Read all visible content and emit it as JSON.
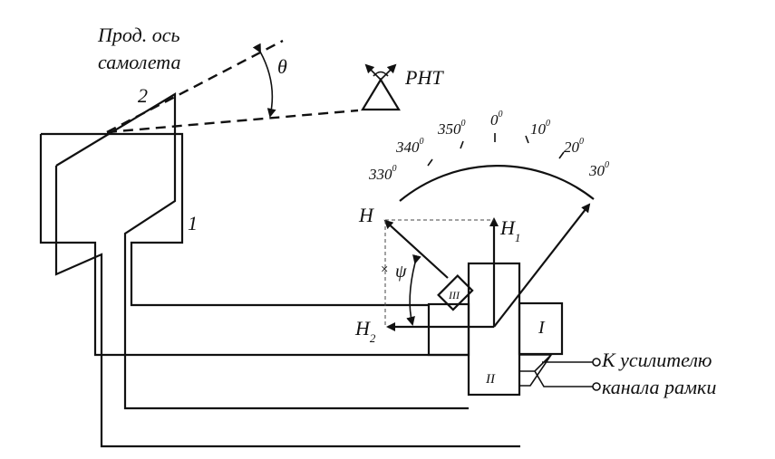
{
  "labels": {
    "axis_line1": "Прод. ось",
    "axis_line2": "самолета",
    "theta": "θ",
    "rnt": "РНТ",
    "num1": "1",
    "num2": "2",
    "H": "H",
    "H1_main": "H",
    "H1_sub": "1",
    "H2_main": "H",
    "H2_sub": "2",
    "psi": "ψ",
    "roman_I": "I",
    "roman_II": "II",
    "roman_III": "III",
    "amp_line1": "К усилителю",
    "amp_line2": "канала рамки"
  },
  "scale": {
    "ticks": [
      {
        "deg": "330",
        "sup": "0"
      },
      {
        "deg": "340",
        "sup": "0"
      },
      {
        "deg": "350",
        "sup": "0"
      },
      {
        "deg": "0",
        "sup": "0"
      },
      {
        "deg": "10",
        "sup": "0"
      },
      {
        "deg": "20",
        "sup": "0"
      },
      {
        "deg": "30",
        "sup": "0"
      }
    ]
  }
}
